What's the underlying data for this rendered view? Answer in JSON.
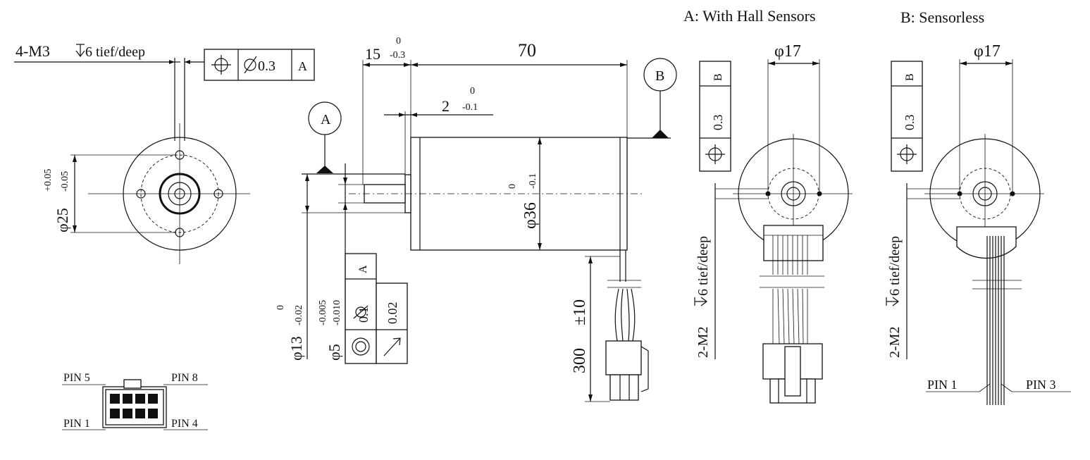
{
  "colors": {
    "line": "#111111",
    "background": "#ffffff"
  },
  "front_view": {
    "thread_note": "4-M3",
    "thread_depth": "6 tief/deep",
    "gdt_position": "0.3",
    "gdt_datum": "A",
    "pcd": "φ25",
    "pcd_tol_upper": "+0.05",
    "pcd_tol_lower": "-0.05"
  },
  "side_view": {
    "shaft_length": "15",
    "shaft_length_tol_upper": "0",
    "shaft_length_tol_lower": "-0.3",
    "overall_length": "70",
    "flange_step": "2",
    "flange_step_tol_upper": "0",
    "flange_step_tol_lower": "-0.1",
    "body_diameter": "φ36",
    "body_diameter_tol_upper": "0",
    "body_diameter_tol_lower": "-0.1",
    "pilot_diameter": "φ13",
    "pilot_tol_upper": "0",
    "pilot_tol_lower": "-0.02",
    "shaft_diameter": "φ5",
    "shaft_tol_upper": "-0.005",
    "shaft_tol_lower": "-0.010",
    "gdt_concentricity": "0.1",
    "gdt_concentricity_datum": "A",
    "gdt_runout": "0.02",
    "datum_a": "A",
    "datum_b": "B",
    "lead_length": "300",
    "lead_length_tol": "±10"
  },
  "connector": {
    "pin5": "PIN 5",
    "pin8": "PIN 8",
    "pin1": "PIN 1",
    "pin4": "PIN 4"
  },
  "view_a": {
    "title": "A: With Hall Sensors",
    "dim": "φ17",
    "gdt_value": "0.3",
    "gdt_datum": "B",
    "thread_note": "2-M2",
    "thread_depth": "6 tief/deep"
  },
  "view_b": {
    "title": "B: Sensorless",
    "dim": "φ17",
    "gdt_value": "0.3",
    "gdt_datum": "B",
    "thread_note": "2-M2",
    "thread_depth": "6 tief/deep",
    "pin1": "PIN 1",
    "pin3": "PIN 3"
  },
  "icons": [
    "position-icon",
    "diameter-icon",
    "concentricity-icon",
    "runout-icon",
    "counterbore-depth-icon",
    "datum-triangle-icon"
  ]
}
